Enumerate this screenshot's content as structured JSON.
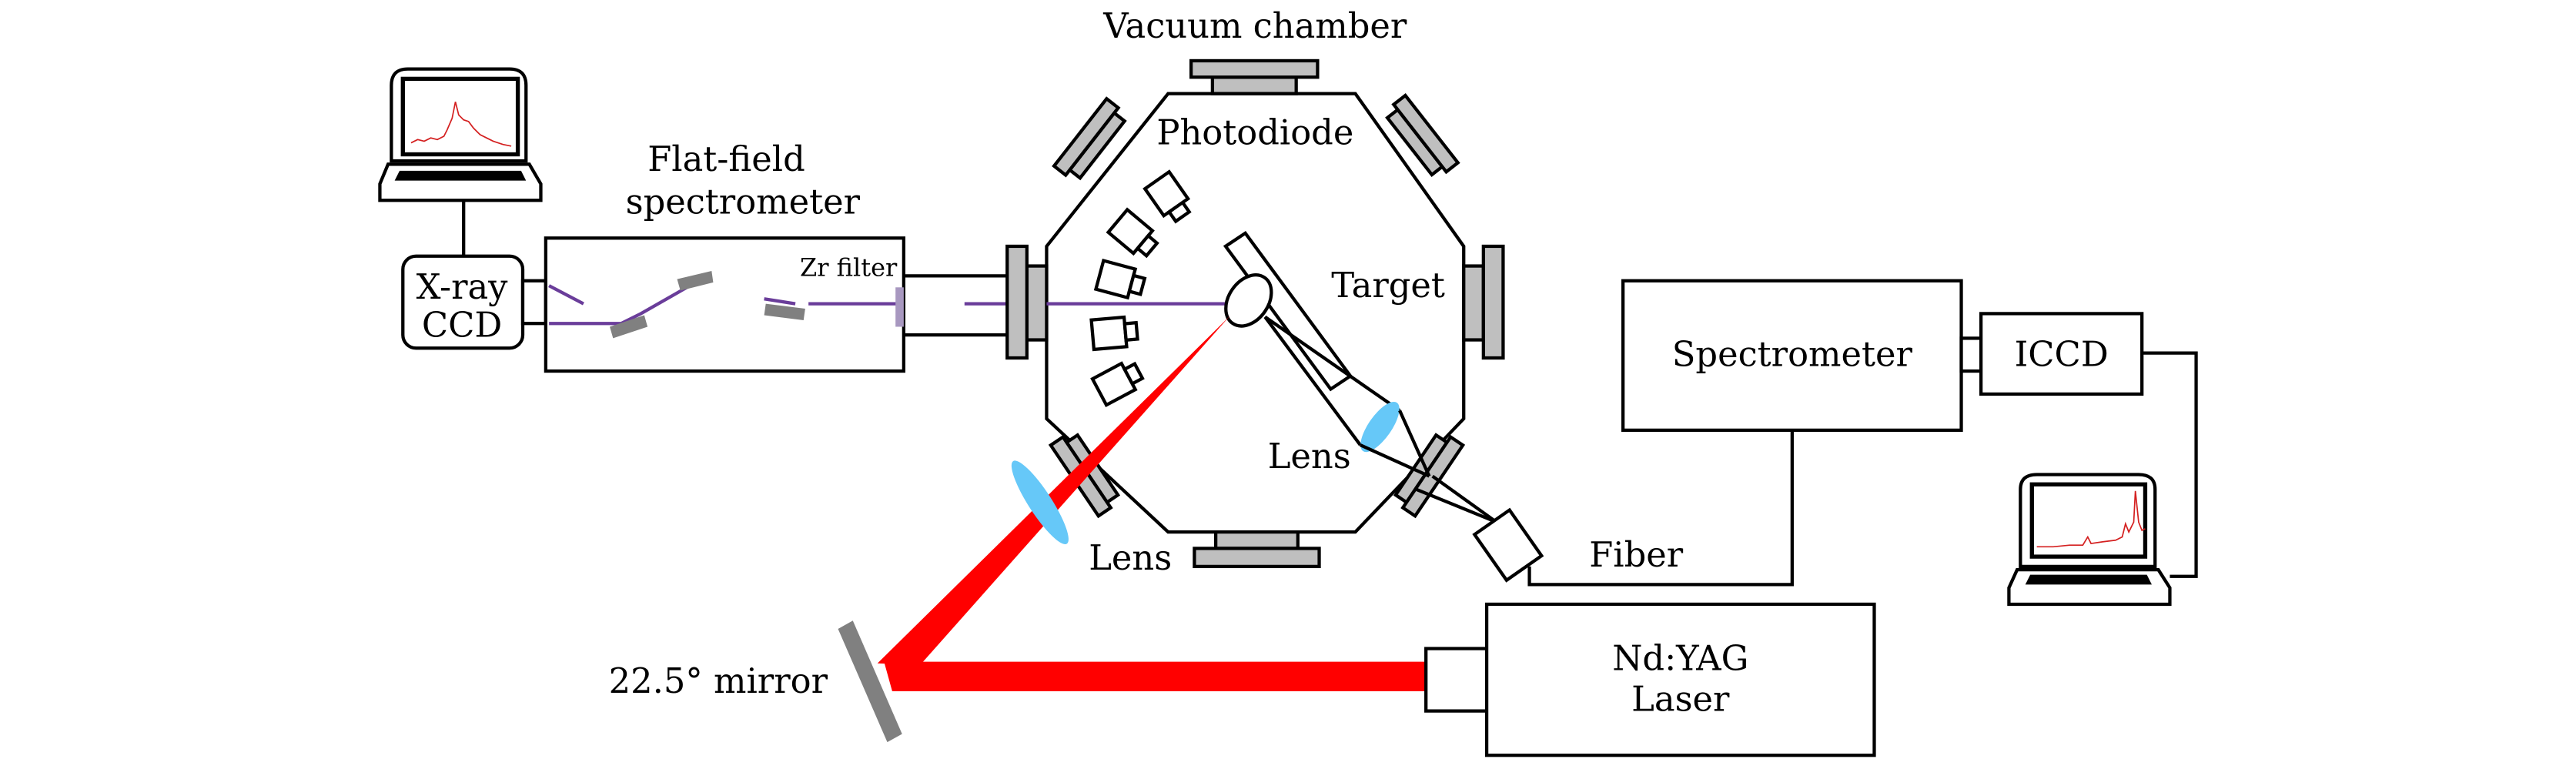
{
  "figure": {
    "title": "LIBS / X-ray experimental setup schematic"
  },
  "labels": {
    "vacuum_chamber": "Vacuum chamber",
    "photodiode": "Photodiode",
    "target": "Target",
    "lens_inner": "Lens",
    "lens_outer": "Lens",
    "flat_field_line1": "Flat-field",
    "flat_field_line2": "spectrometer",
    "zr_filter": "Zr filter",
    "xray_ccd_line1": "X-ray",
    "xray_ccd_line2": "CCD",
    "spectrometer": "Spectrometer",
    "iccd": "ICCD",
    "fiber": "Fiber",
    "laser_line1": "Nd:YAG",
    "laser_line2": "Laser",
    "mirror": "22.5° mirror"
  },
  "colors": {
    "laser_beam": "#ff0000",
    "xray_path": "#6a3d9a",
    "lens": "#66c8f8",
    "port_flange": "#bfbfbf",
    "grating": "#808080",
    "zr_filter": "#a898c0",
    "spectrum_trace": "#d42020"
  },
  "computers": [
    {
      "id": "xray-computer",
      "screen_plot": "broad single peak spectrum"
    },
    {
      "id": "iccd-computer",
      "screen_plot": "emission spectrum with sharp lines"
    }
  ]
}
